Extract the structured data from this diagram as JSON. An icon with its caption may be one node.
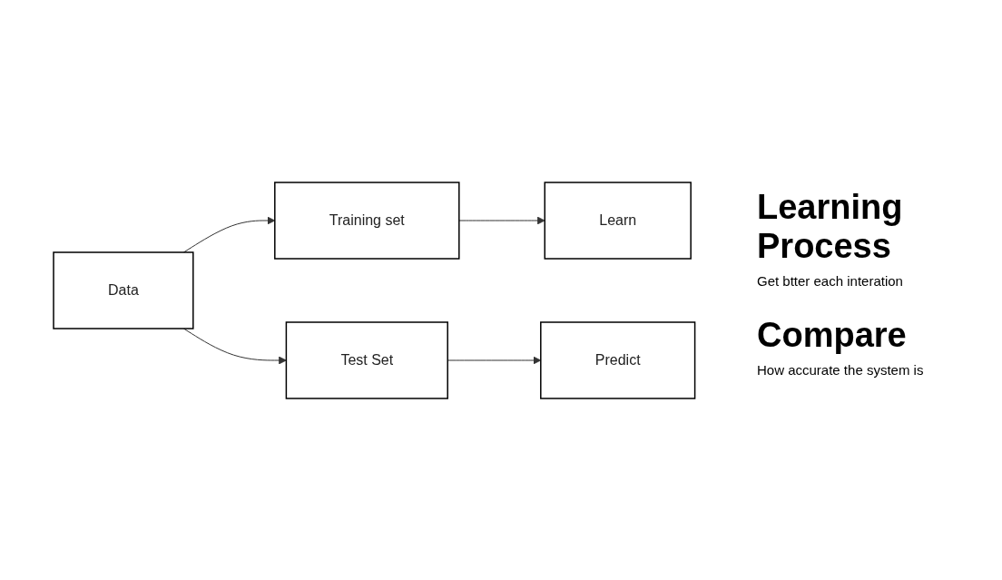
{
  "diagram": {
    "nodes": [
      {
        "text": [
          "Data"
        ]
      },
      {
        "text": [
          "Training set"
        ]
      },
      {
        "text": [
          "Test Set"
        ]
      },
      {
        "text": [
          "Learn"
        ]
      },
      {
        "text": [
          "Predict"
        ]
      }
    ],
    "edges": [
      {
        "from": 0,
        "to": 1,
        "arrow": "to"
      },
      {
        "from": 0,
        "to": 2,
        "arrow": "to"
      },
      {
        "from": 1,
        "to": 3,
        "arrow": "to"
      },
      {
        "from": 2,
        "to": 4,
        "arrow": "to"
      }
    ],
    "labels": [
      "Learning Process",
      "Get btter each interation",
      "Compare",
      "How accurate the system is"
    ]
  }
}
